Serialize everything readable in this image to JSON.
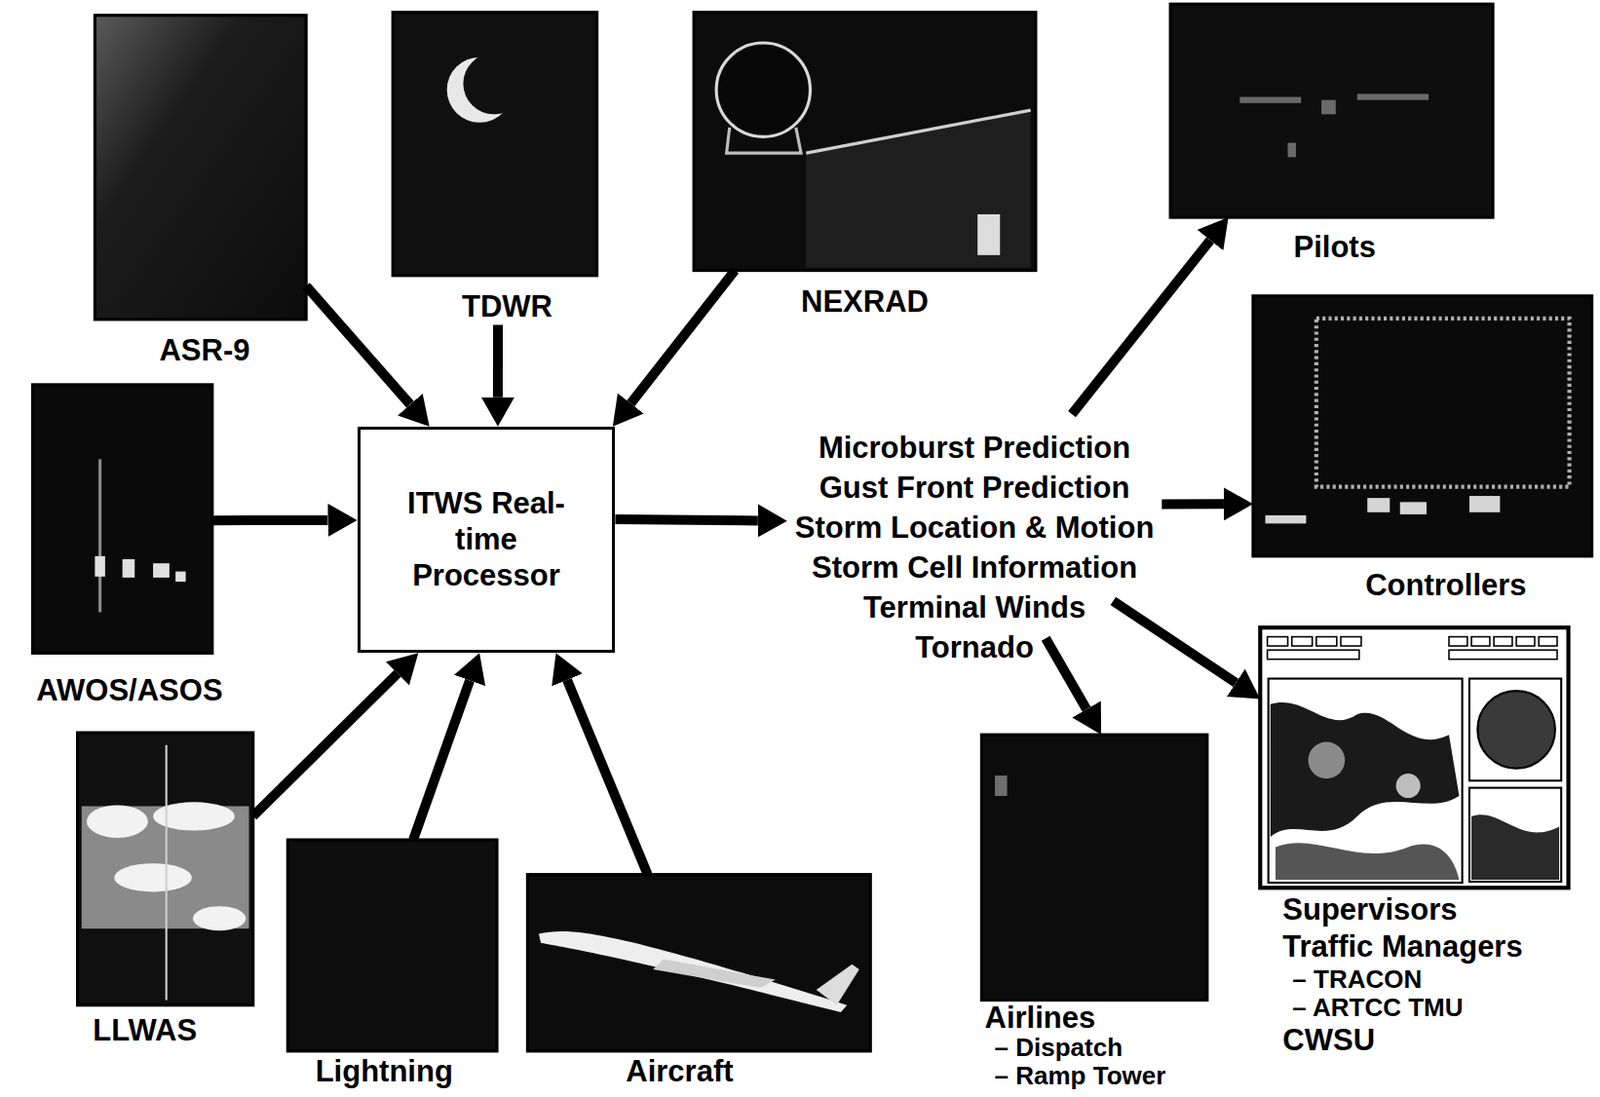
{
  "diagram": {
    "nodes": [
      {
        "text": [
          "ASR-9"
        ]
      },
      {
        "text": [
          "TDWR"
        ]
      },
      {
        "text": [
          "NEXRAD"
        ]
      },
      {
        "text": [
          "Pilots"
        ]
      },
      {
        "text": [
          "AWOS/ASOS"
        ]
      },
      {
        "text": [
          "ITWS Real-time Processor"
        ]
      },
      {
        "text": [
          "Microburst Prediction",
          "Gust Front Prediction",
          "Storm Location & Motion",
          "Storm Cell Information",
          "Terminal Winds",
          "Tornado"
        ]
      },
      {
        "text": [
          "Controllers"
        ]
      },
      {
        "text": [
          "LLWAS"
        ]
      },
      {
        "text": [
          "Lightning"
        ]
      },
      {
        "text": [
          "Aircraft"
        ]
      },
      {
        "text": [
          "Airlines",
          "– Dispatch",
          "– Ramp Tower"
        ]
      },
      {
        "text": [
          "Supervisors",
          "Traffic Managers",
          "– TRACON",
          "– ARTCC TMU",
          "CWSU"
        ]
      }
    ],
    "edges": [
      {
        "from": 0,
        "to": 5,
        "arrow": "to"
      },
      {
        "from": 1,
        "to": 5,
        "arrow": "to"
      },
      {
        "from": 2,
        "to": 5,
        "arrow": "to"
      },
      {
        "from": 4,
        "to": 5,
        "arrow": "to"
      },
      {
        "from": 8,
        "to": 5,
        "arrow": "to"
      },
      {
        "from": 9,
        "to": 5,
        "arrow": "to"
      },
      {
        "from": 10,
        "to": 5,
        "arrow": "to"
      },
      {
        "from": 5,
        "to": 6,
        "arrow": "to"
      },
      {
        "from": 6,
        "to": 3,
        "arrow": "to"
      },
      {
        "from": 6,
        "to": 7,
        "arrow": "to"
      },
      {
        "from": 6,
        "to": 11,
        "arrow": "to"
      },
      {
        "from": 6,
        "to": 12,
        "arrow": "to"
      }
    ]
  }
}
